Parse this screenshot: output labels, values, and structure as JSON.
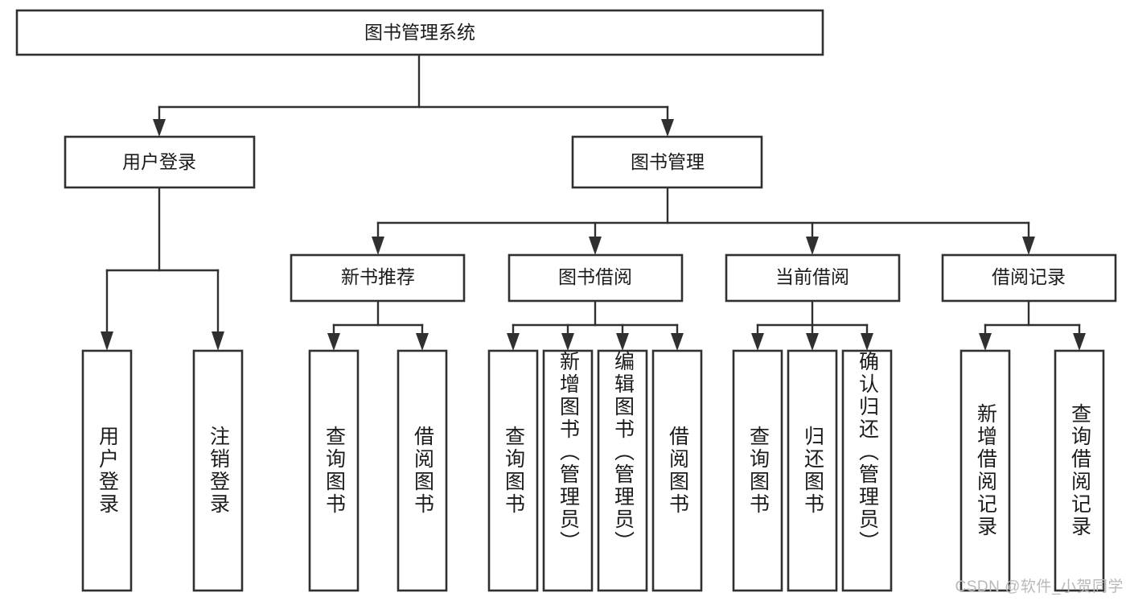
{
  "diagram": {
    "title_node": {
      "label": "图书管理系统"
    },
    "level2": [
      {
        "id": "user-login",
        "label": "用户登录"
      },
      {
        "id": "book-management",
        "label": "图书管理"
      }
    ],
    "level3": [
      {
        "id": "new-book-recommend",
        "label": "新书推荐"
      },
      {
        "id": "book-borrow",
        "label": "图书借阅"
      },
      {
        "id": "current-borrow",
        "label": "当前借阅"
      },
      {
        "id": "borrow-record",
        "label": "借阅记录"
      }
    ],
    "leaves": {
      "user_login": [
        {
          "id": "leaf-user-login",
          "label": "用户登录"
        },
        {
          "id": "leaf-logout",
          "label": "注销登录"
        }
      ],
      "new_book_recommend": [
        {
          "id": "leaf-query-book-1",
          "label": "查询图书"
        },
        {
          "id": "leaf-borrow-book-1",
          "label": "借阅图书"
        }
      ],
      "book_borrow": [
        {
          "id": "leaf-query-book-2",
          "label": "查询图书"
        },
        {
          "id": "leaf-add-book",
          "label": "新增图书（管理员）"
        },
        {
          "id": "leaf-edit-book",
          "label": "编辑图书（管理员）"
        },
        {
          "id": "leaf-borrow-book-2",
          "label": "借阅图书"
        }
      ],
      "current_borrow": [
        {
          "id": "leaf-query-book-3",
          "label": "查询图书"
        },
        {
          "id": "leaf-return-book",
          "label": "归还图书"
        },
        {
          "id": "leaf-confirm-return",
          "label": "确认归还（管理员）"
        }
      ],
      "borrow_record": [
        {
          "id": "leaf-add-record",
          "label": "新增借阅记录"
        },
        {
          "id": "leaf-query-record",
          "label": "查询借阅记录"
        }
      ]
    }
  },
  "watermark": {
    "text": "CSDN @软件_小贺同学"
  },
  "colors": {
    "stroke": "#303030",
    "text": "#1b1b1b",
    "background": "#ffffff",
    "watermark": "#b9b9b9"
  }
}
